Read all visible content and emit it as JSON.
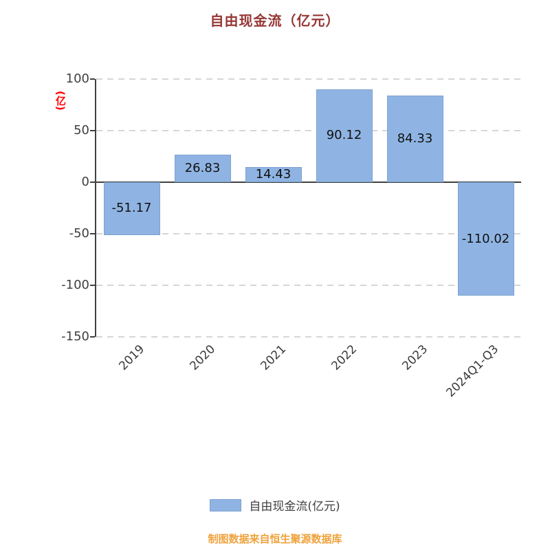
{
  "header": {
    "title": "自由现金流（亿元）"
  },
  "y_axis": {
    "unit_label": "(亿)"
  },
  "legend": {
    "label": "自由现金流(亿元)"
  },
  "footer": {
    "text": "制图数据来自恒生聚源数据库"
  },
  "colors": {
    "title": "#953735",
    "unit_label": "#ff0000",
    "bar": "#8fb4e3",
    "bar_border": "#7da2cf",
    "axis": "#404040",
    "grid": "#d6d6d6",
    "value_label": "#111111",
    "tick_label": "#404040",
    "footer": "#efa23b"
  },
  "chart_data": {
    "type": "bar",
    "title": "自由现金流（亿元）",
    "categories": [
      "2019",
      "2020",
      "2021",
      "2022",
      "2023",
      "2024Q1-Q3"
    ],
    "values": [
      -51.17,
      26.83,
      14.43,
      90.12,
      84.33,
      -110.02
    ],
    "value_labels": [
      "-51.17",
      "26.83",
      "14.43",
      "90.12",
      "84.33",
      "-110.02"
    ],
    "xlabel": "",
    "ylabel": "(亿)",
    "ylim": [
      -150,
      100
    ],
    "yticks": [
      100,
      50,
      0,
      -50,
      -100,
      -150
    ],
    "grid": true,
    "grid_style": "dashed",
    "legend_entries": [
      "自由现金流(亿元)"
    ],
    "legend_position": "bottom",
    "bar_color": "#8fb4e3",
    "value_label_position": "inside-center"
  }
}
